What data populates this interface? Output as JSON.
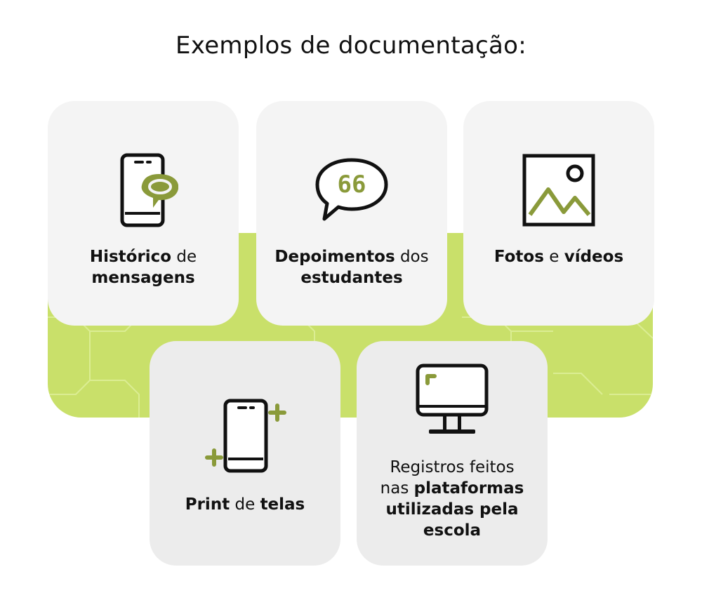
{
  "title": "Exemplos de documentação:",
  "colors": {
    "accent_green": "#c9e06a",
    "icon_olive": "#8a9a3a",
    "card_bg": "#f4f4f4"
  },
  "cards": [
    {
      "icon": "phone-chat-icon",
      "parts": [
        {
          "b": "Histórico"
        },
        {
          "n": " de"
        },
        {
          "b": "mensagens"
        }
      ]
    },
    {
      "icon": "quote-bubble-icon",
      "parts": [
        {
          "b": "Depoimentos"
        },
        {
          "n": " dos"
        },
        {
          "b": "estudantes"
        }
      ]
    },
    {
      "icon": "image-icon",
      "parts": [
        {
          "b": "Fotos"
        },
        {
          "n": " e "
        },
        {
          "b": "vídeos"
        }
      ]
    },
    {
      "icon": "phone-screenshot-icon",
      "parts": [
        {
          "b": "Print"
        },
        {
          "n": " de "
        },
        {
          "b": "telas"
        }
      ]
    },
    {
      "icon": "monitor-icon",
      "parts": [
        {
          "n": "Registros feitos"
        },
        {
          "n": "nas "
        },
        {
          "b": "plataformas"
        },
        {
          "b": "utilizadas pela"
        },
        {
          "b": "escola"
        }
      ]
    }
  ]
}
